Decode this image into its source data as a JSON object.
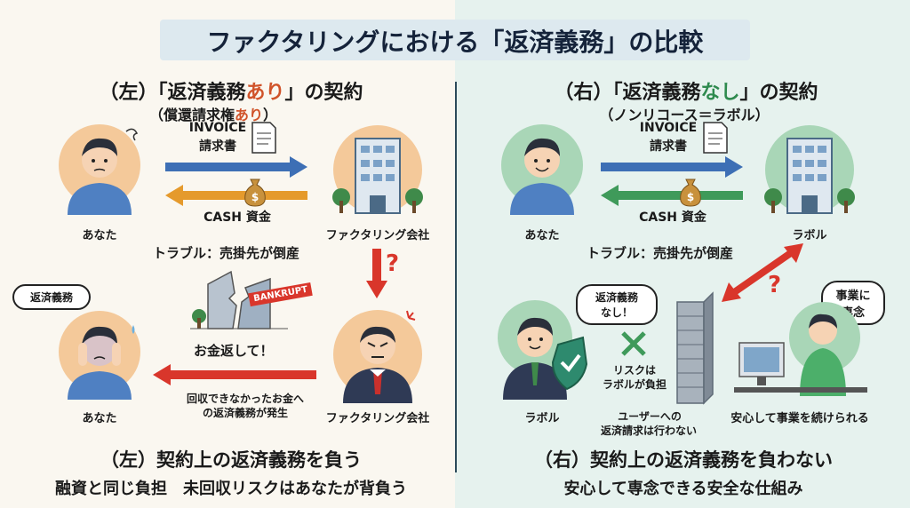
{
  "title": "ファクタリングにおける「返済義務」の比較",
  "left": {
    "heading_prefix": "（左）「返済義務",
    "heading_highlight": "あり",
    "heading_suffix": "」の契約",
    "sub_prefix": "（償還請求権",
    "sub_highlight": "あり",
    "sub_suffix": "）",
    "invoice_label": "INVOICE",
    "invoice_jp": "請求書",
    "cash_label": "CASH 資金",
    "you_label": "あなた",
    "company_label": "ファクタリング会社",
    "trouble": "トラブル：売掛先が倒産",
    "question": "?",
    "bankrupt_sign": "BANKRUPT",
    "bubble_debt": "返済義務",
    "return_money": "お金返して！",
    "note_line1": "回収できなかったお金へ",
    "note_line2": "の返済義務が発生",
    "you_label2": "あなた",
    "company_label2": "ファクタリング会社",
    "bottom1": "（左）契約上の返済義務を負う",
    "bottom2": "融資と同じ負担　未回収リスクはあなたが背負う"
  },
  "right": {
    "heading_prefix": "（右）「返済義務",
    "heading_highlight": "なし",
    "heading_suffix": "」の契約",
    "sub": "（ノンリコース＝ラボル）",
    "invoice_label": "INVOICE",
    "invoice_jp": "請求書",
    "cash_label": "CASH 資金",
    "you_label": "あなた",
    "company_label": "ラボル",
    "trouble": "トラブル：売掛先が倒産",
    "question": "?",
    "bubble_no_debt_1": "返済義務",
    "bubble_no_debt_2": "なし！",
    "risk_line1": "リスクは",
    "risk_line2": "ラボルが負担",
    "labol_label": "ラボル",
    "user_note_line1": "ユーザーへの",
    "user_note_line2": "返済請求は行わない",
    "bubble_focus_1": "事業に",
    "bubble_focus_2": "専念",
    "continue_label": "安心して事業を続けられる",
    "bottom1": "（右）契約上の返済義務を負わない",
    "bottom2": "安心して専念できる安全な仕組み"
  },
  "colors": {
    "blue_arrow": "#3d6fb5",
    "orange_arrow": "#e59a2c",
    "green_arrow": "#3f9a5a",
    "red_arrow": "#d9362b",
    "highlight_red": "#d0532a",
    "highlight_green": "#2e8a4e"
  }
}
